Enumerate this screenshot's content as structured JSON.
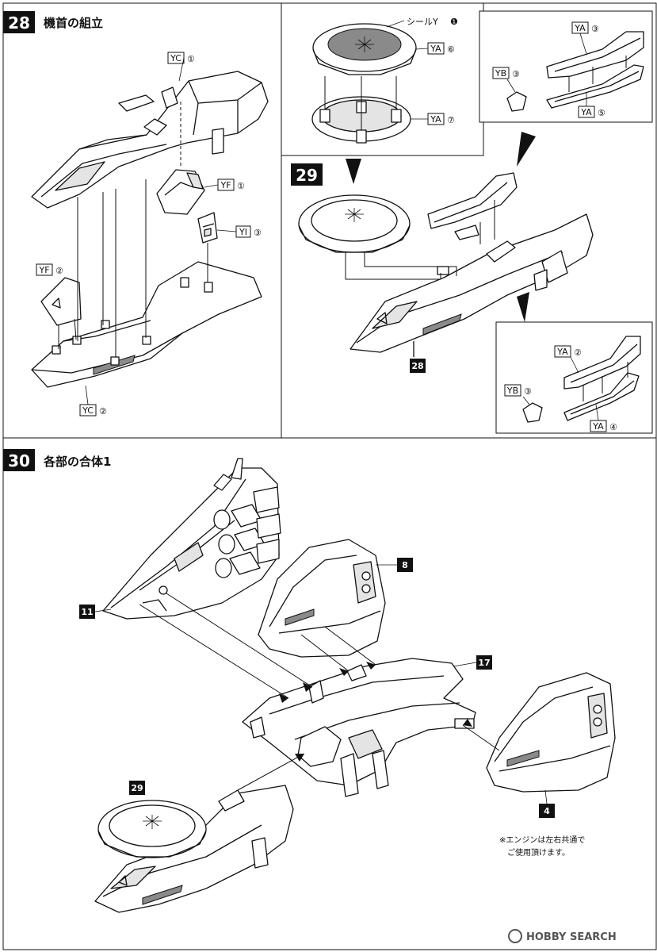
{
  "steps": {
    "s28": {
      "number": "28",
      "title": "機首の組立"
    },
    "s29": {
      "number": "29"
    },
    "s30": {
      "number": "30",
      "title": "各部の合体1"
    }
  },
  "parts": {
    "yc1": {
      "code": "YC",
      "num": "①"
    },
    "yf1": {
      "code": "YF",
      "num": "①"
    },
    "yi3": {
      "code": "YI",
      "num": "③"
    },
    "yf2": {
      "code": "YF",
      "num": "②"
    },
    "yc2": {
      "code": "YC",
      "num": "②"
    },
    "seal": {
      "text": "シールY",
      "num": "❶"
    },
    "ya6": {
      "code": "YA",
      "num": "⑥"
    },
    "ya7": {
      "code": "YA",
      "num": "⑦"
    },
    "ya3": {
      "code": "YA",
      "num": "③"
    },
    "yb3a": {
      "code": "YB",
      "num": "③"
    },
    "ya5": {
      "code": "YA",
      "num": "⑤"
    },
    "ya2": {
      "code": "YA",
      "num": "②"
    },
    "yb3b": {
      "code": "YB",
      "num": "③"
    },
    "ya4": {
      "code": "YA",
      "num": "④"
    }
  },
  "refs": {
    "r28": "28",
    "r11": "11",
    "r8": "8",
    "r17": "17",
    "r4": "4",
    "r29": "29"
  },
  "note": {
    "line1": "※エンジンは左右共通で",
    "line2": "ご使用頂けます。"
  },
  "watermark": {
    "text": "HOBBY SEARCH"
  }
}
